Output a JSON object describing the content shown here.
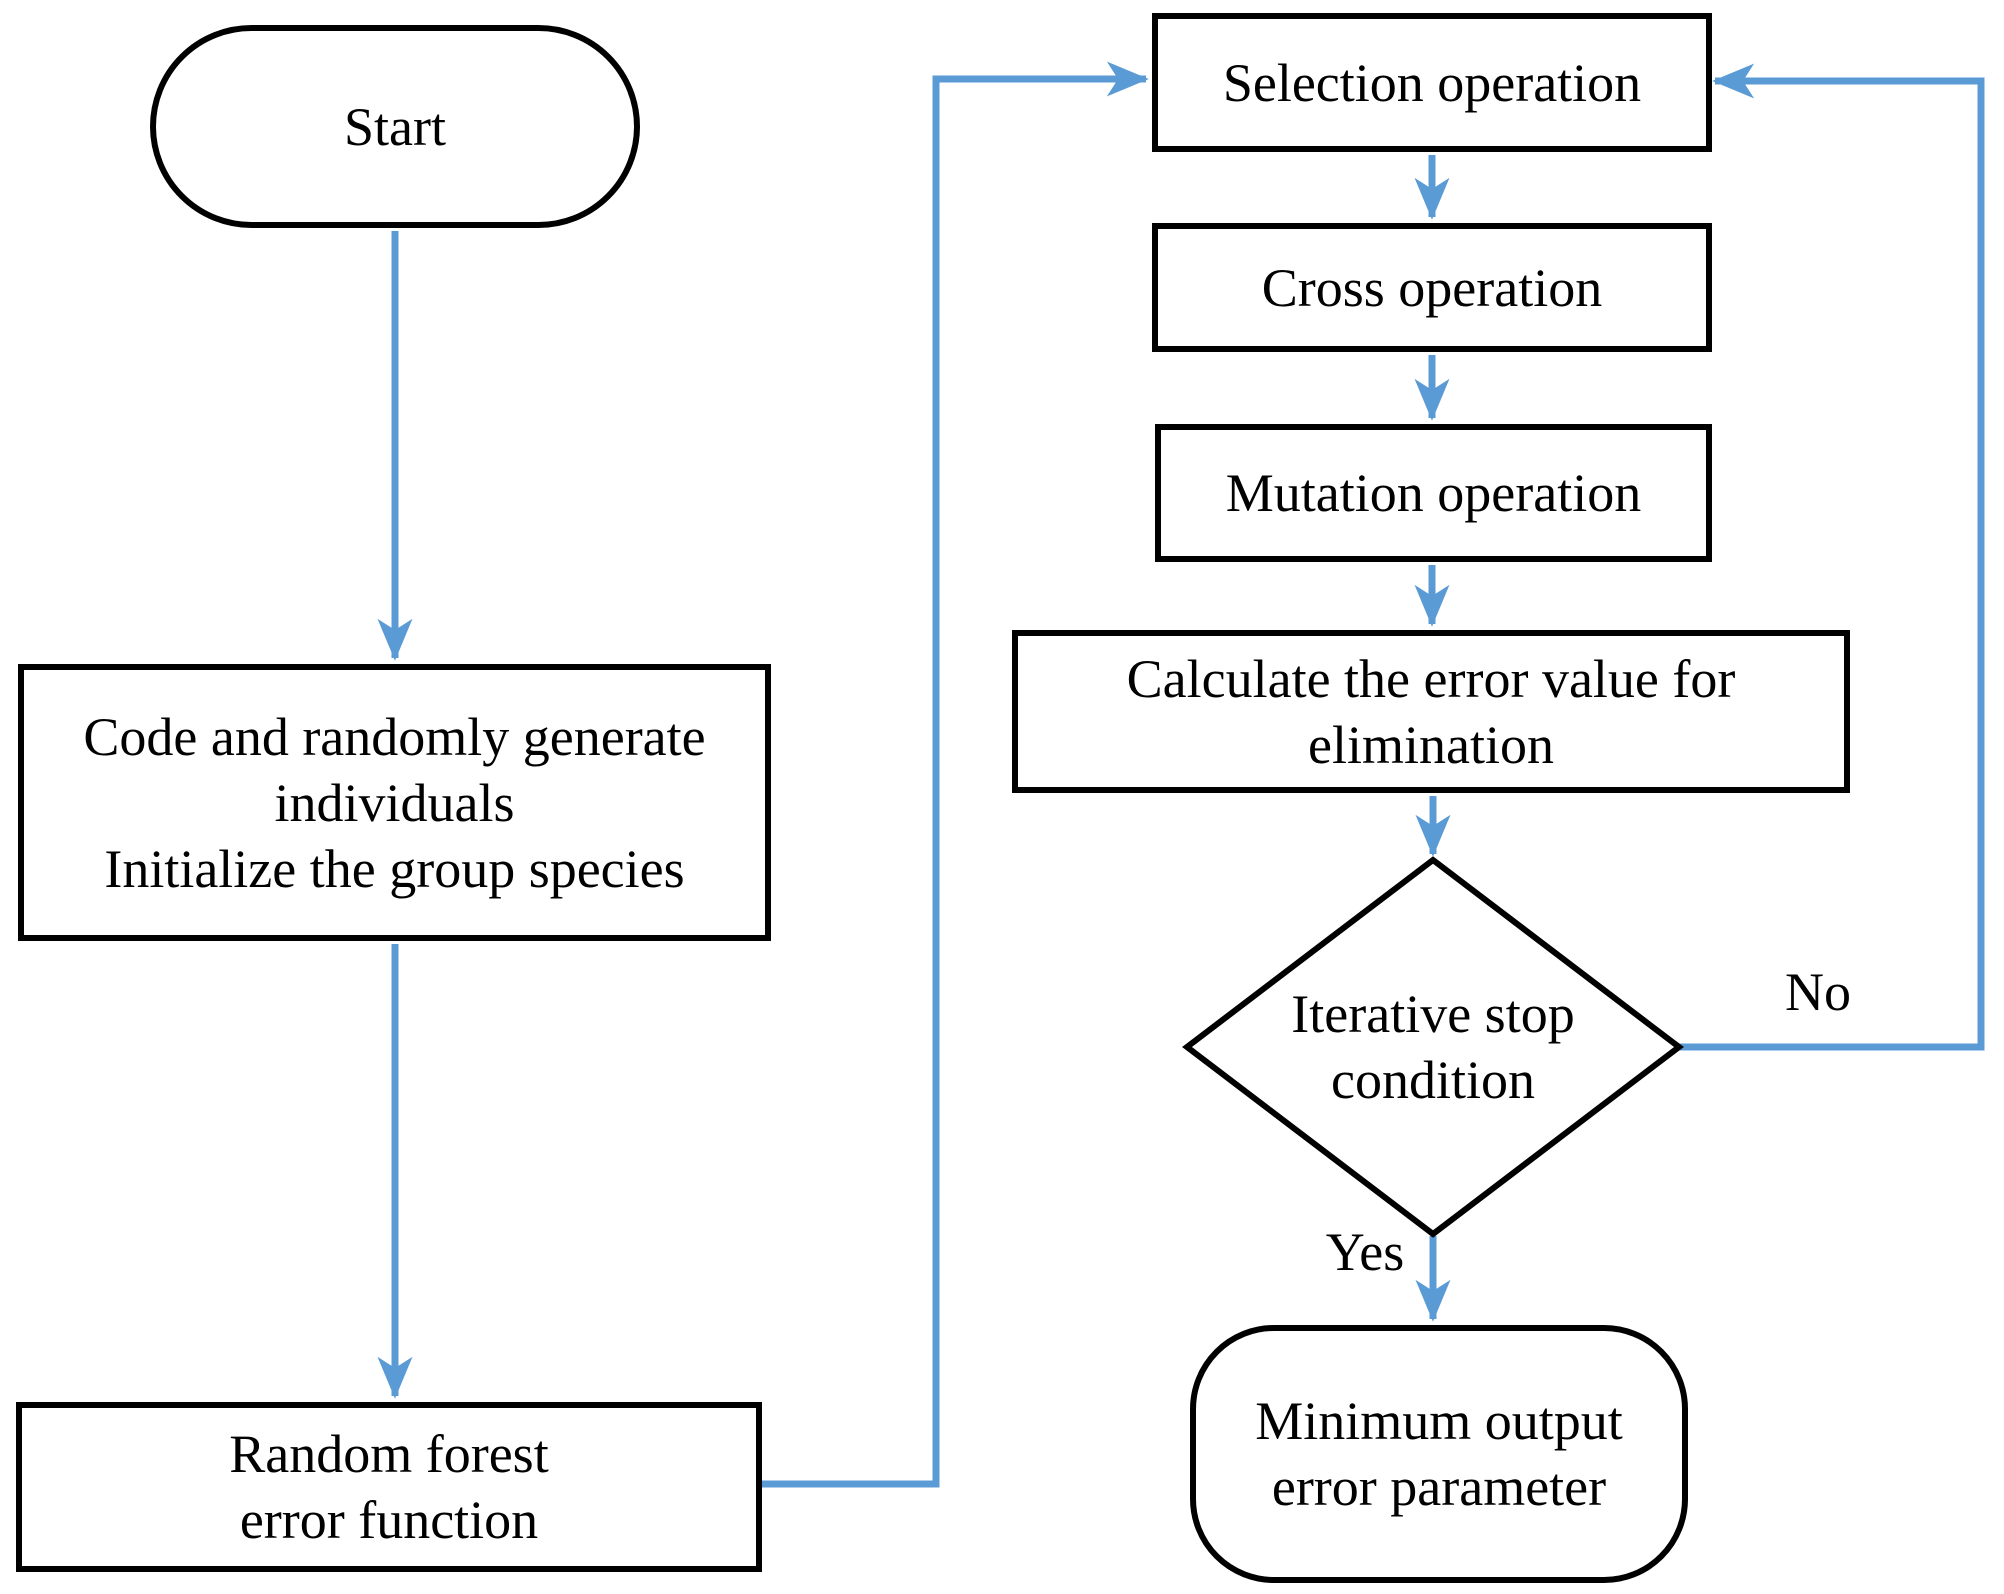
{
  "flowchart": {
    "colors": {
      "connector": "#5B9BD5",
      "border": "#000000",
      "text": "#000000",
      "background": "#FFFFFF"
    },
    "nodes": {
      "start": {
        "type": "terminator",
        "label": "Start"
      },
      "initialize": {
        "type": "process",
        "lines": [
          "Code and randomly generate",
          "individuals",
          "Initialize the group species"
        ]
      },
      "random_forest": {
        "type": "process",
        "lines": [
          "Random forest",
          "error function"
        ]
      },
      "selection": {
        "type": "process",
        "label": "Selection operation"
      },
      "cross": {
        "type": "process",
        "label": "Cross operation"
      },
      "mutation": {
        "type": "process",
        "label": "Mutation operation"
      },
      "calculate": {
        "type": "process",
        "lines": [
          "Calculate the error value for",
          "elimination"
        ]
      },
      "decision": {
        "type": "decision",
        "lines": [
          "Iterative stop",
          "condition"
        ]
      },
      "output": {
        "type": "terminator",
        "lines": [
          "Minimum output",
          "error parameter"
        ]
      }
    },
    "edge_labels": {
      "yes": "Yes",
      "no": "No"
    }
  }
}
